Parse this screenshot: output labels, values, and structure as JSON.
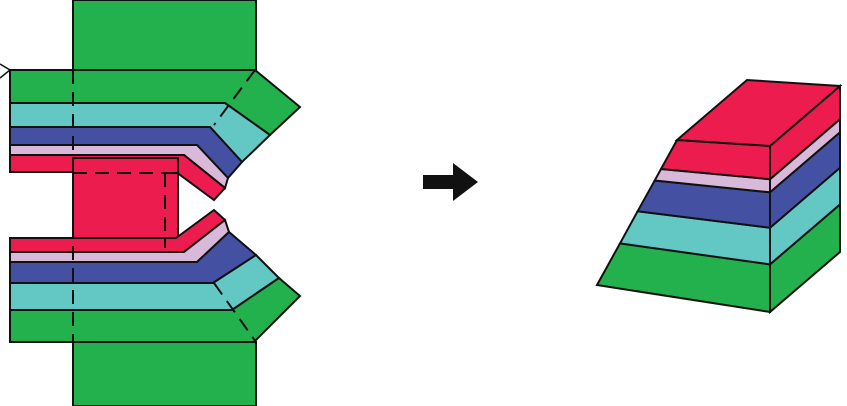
{
  "colors": {
    "green": "#22b14c",
    "teal": "#63c8c3",
    "blue": "#4450a1",
    "lavender": "#d9b9d9",
    "red": "#ec1c4f",
    "outline": "#111111",
    "arrow": "#111111",
    "background": "#ffffff"
  },
  "net_layers": [
    "red",
    "lavender",
    "blue",
    "teal",
    "green"
  ],
  "solid_layers": [
    "green",
    "teal",
    "blue",
    "lavender",
    "red"
  ],
  "solid_layer_proportions": [
    0.287,
    0.221,
    0.213,
    0.079,
    0.2
  ],
  "arrow_icon": "right-arrow-icon",
  "visible_text": "",
  "description_style": "fold-up net to layered trapezoidal solid"
}
